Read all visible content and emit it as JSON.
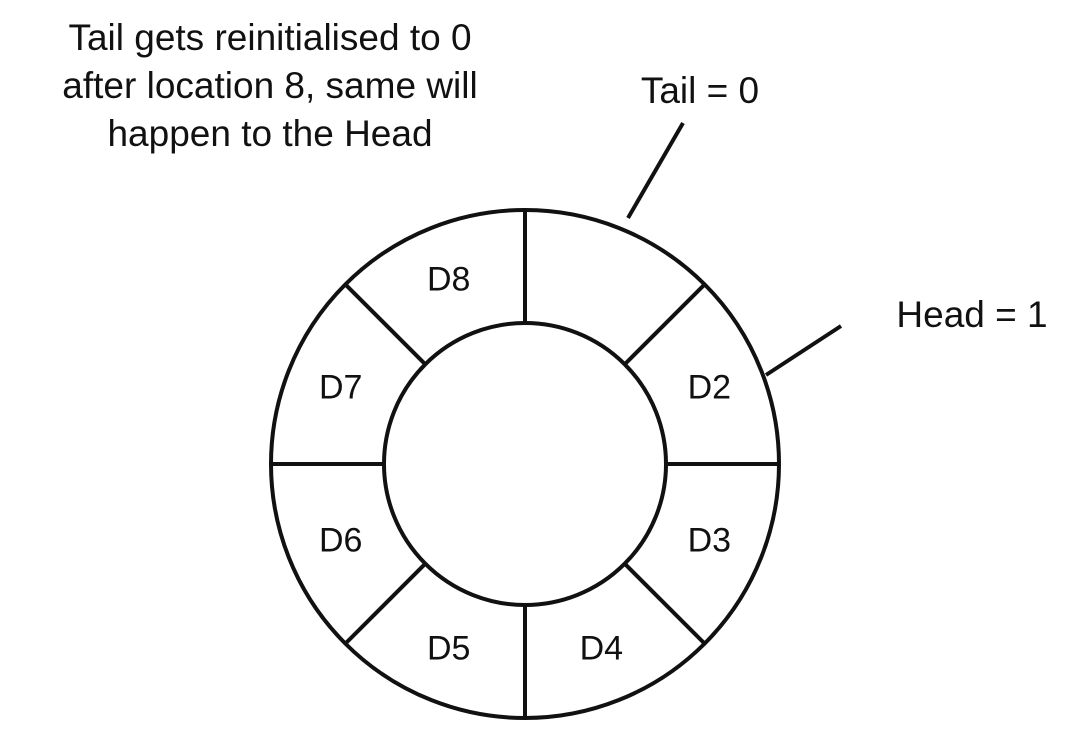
{
  "note": {
    "lines": [
      "Tail gets reinitialised to 0",
      "after location 8, same will",
      "happen to the Head"
    ]
  },
  "pointers": {
    "tail": "Tail = 0",
    "head": "Head = 1"
  },
  "segments": [
    {
      "label": ""
    },
    {
      "label": "D2"
    },
    {
      "label": "D3"
    },
    {
      "label": "D4"
    },
    {
      "label": "D5"
    },
    {
      "label": "D6"
    },
    {
      "label": "D7"
    },
    {
      "label": "D8"
    }
  ],
  "colors": {
    "stroke": "#111111",
    "background": "#ffffff"
  }
}
